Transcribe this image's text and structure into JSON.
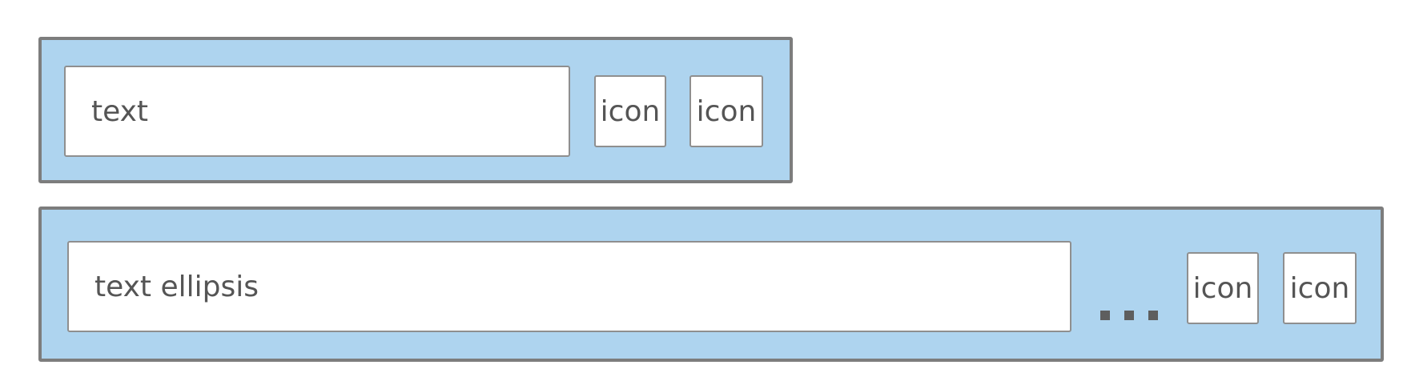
{
  "row1": {
    "text": "text",
    "icon1_label": "icon",
    "icon2_label": "icon"
  },
  "row2": {
    "text": "text ellipsis",
    "ellipsis_dots": 3,
    "icon1_label": "icon",
    "icon2_label": "icon"
  },
  "colors": {
    "panel_background": "#aed4ef",
    "panel_border": "#7d7d7d",
    "box_border": "#8f8f8f",
    "text": "#555555"
  }
}
